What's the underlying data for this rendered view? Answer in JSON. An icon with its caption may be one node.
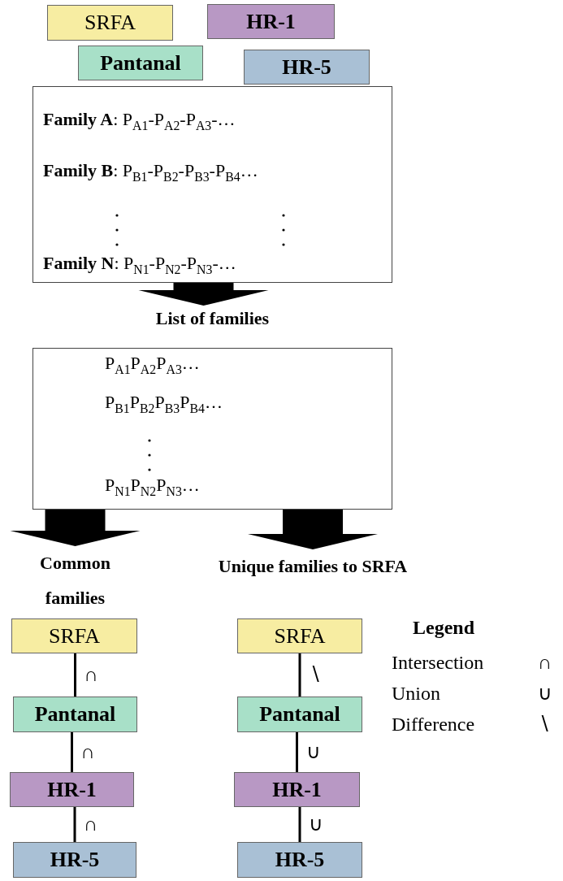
{
  "diagram": {
    "nodes": [
      {
        "text": [
          "SRFA"
        ]
      },
      {
        "text": [
          "HR-1"
        ]
      },
      {
        "text": [
          "Pantanal"
        ]
      },
      {
        "text": [
          "HR-5"
        ]
      },
      {
        "text": [
          "**Family A**: P$_{A1}$-P$_{A2}$-P$_{A3}$-…",
          "**Family B**: P$_{B1}$-P$_{B2}$-P$_{B3}$-P$_{B4}$…",
          "**Family N**: P$_{N1}$-P$_{N2}$-P$_{N3}$-…"
        ]
      },
      {
        "text": [
          "List of families",
          "P$_{A1}$P$_{A2}$P$_{A3}$…",
          "P$_{B1}$P$_{B2}$P$_{B3}$P$_{B4}$…",
          "P$_{N1}$P$_{N2}$P$_{N3}$…"
        ]
      },
      {
        "text": [
          "Common families"
        ]
      },
      {
        "text": [
          "Unique families to SRFA"
        ]
      },
      {
        "text": [
          "SRFA"
        ]
      },
      {
        "text": [
          "Pantanal"
        ]
      },
      {
        "text": [
          "HR-1"
        ]
      },
      {
        "text": [
          "HR-5"
        ]
      },
      {
        "text": [
          "SRFA"
        ]
      },
      {
        "text": [
          "Pantanal"
        ]
      },
      {
        "text": [
          "HR-1"
        ]
      },
      {
        "text": [
          "HR-5"
        ]
      }
    ],
    "edges": [
      {
        "from": 4,
        "to": 5,
        "arrow": "to",
        "style": "thick"
      },
      {
        "from": 5,
        "to": 6,
        "arrow": "to",
        "style": "thick"
      },
      {
        "from": 5,
        "to": 7,
        "arrow": "to",
        "style": "thick"
      },
      {
        "from": 8,
        "to": 9,
        "arrow": "none",
        "label": "∩"
      },
      {
        "from": 9,
        "to": 10,
        "arrow": "none",
        "label": "∩"
      },
      {
        "from": 10,
        "to": 11,
        "arrow": "none",
        "label": "∩"
      },
      {
        "from": 12,
        "to": 13,
        "arrow": "none",
        "label": "∖"
      },
      {
        "from": 13,
        "to": 14,
        "arrow": "none",
        "label": "∪"
      },
      {
        "from": 14,
        "to": 15,
        "arrow": "none",
        "label": "∪"
      }
    ],
    "labels": [
      "Legend",
      "∩",
      "∪",
      "∖"
    ],
    "legend": [
      {
        "text": "Intersection"
      },
      {
        "text": "Union"
      },
      {
        "text": "Difference"
      }
    ]
  }
}
